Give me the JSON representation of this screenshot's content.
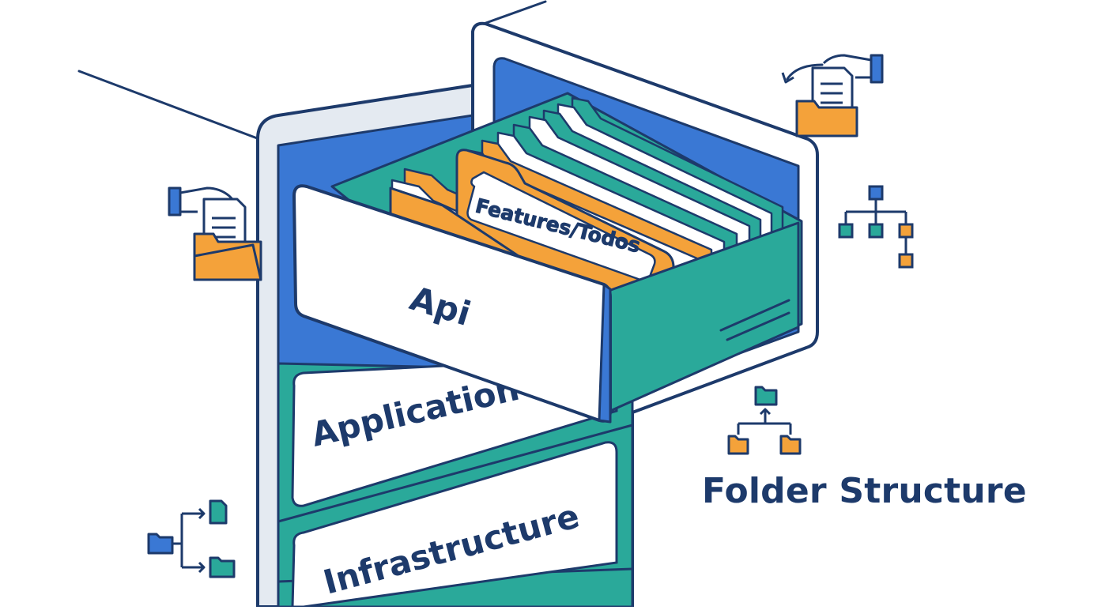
{
  "diagram": {
    "caption": "Folder Structure",
    "drawers": {
      "api": "Api",
      "application": "Application",
      "infrastructure": "Infrastructure"
    },
    "folder_tab": "Features/Todos"
  },
  "colors": {
    "outline": "#1d3a6b",
    "blue": "#3a78d4",
    "teal": "#2aa99a",
    "orange": "#f4a23a",
    "panel_gray": "#e4eaf1"
  },
  "icons": [
    "folder-hand-icon",
    "file-into-folder-icon",
    "tree-hierarchy-icon",
    "folder-tree-icon",
    "file-branch-icon"
  ]
}
